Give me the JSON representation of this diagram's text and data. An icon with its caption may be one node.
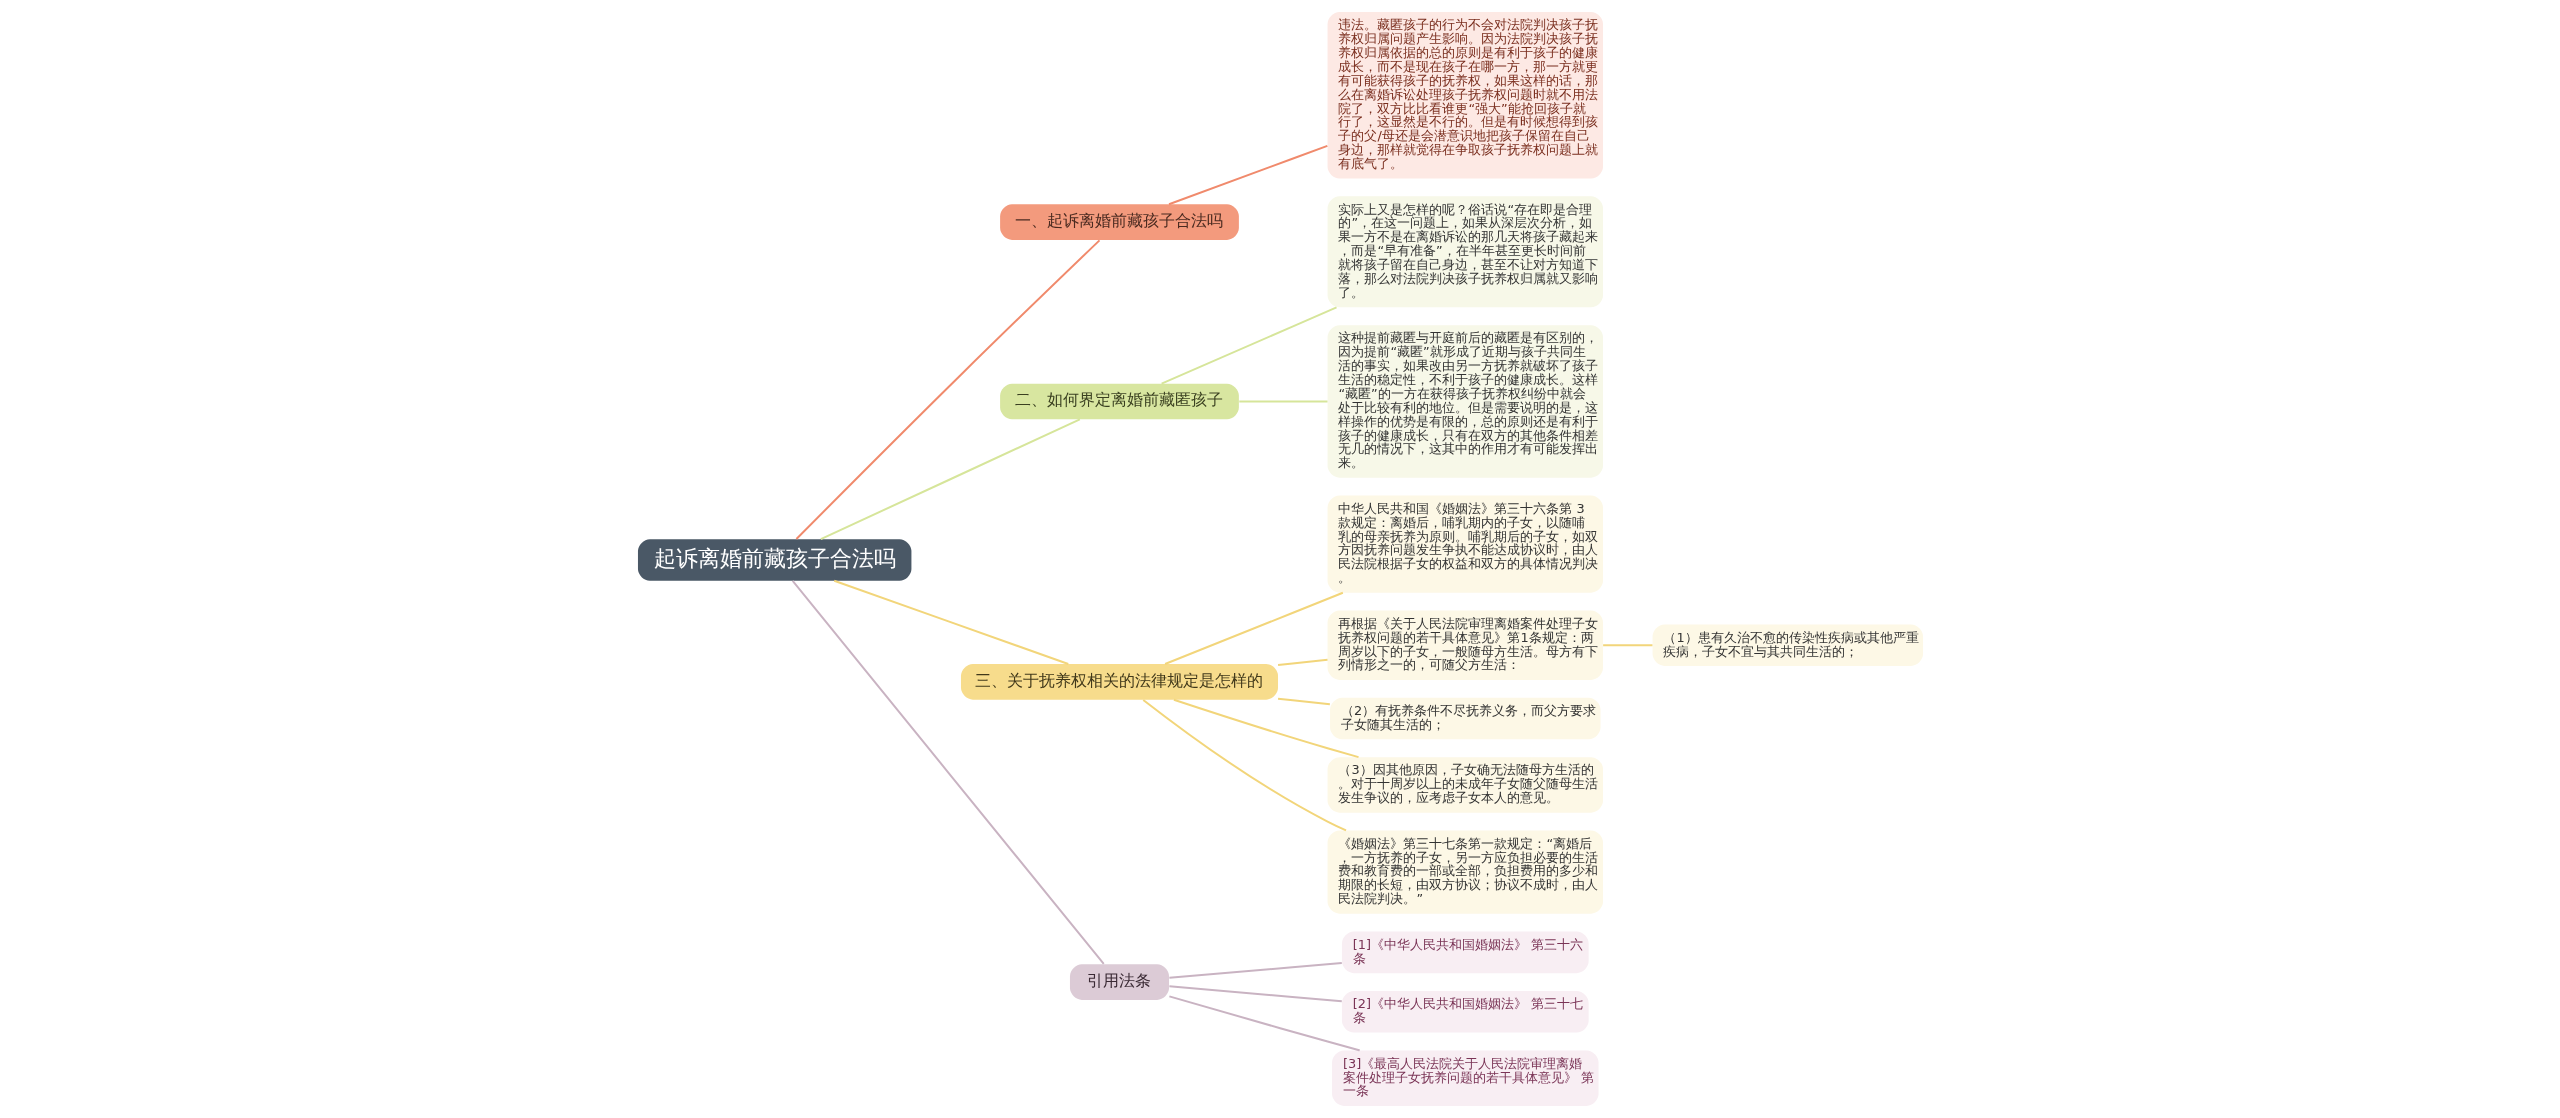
{
  "diagram": {
    "nodes": [
      {
        "text": [
          "起诉离婚前藏孩子合法吗"
        ]
      },
      {
        "text": [
          "一、起诉离婚前藏孩子合法吗"
        ]
      },
      {
        "text": [
          "违法。藏匿孩子的行为不会对法院判决孩子抚养权归属问题产生影响。因为法院判决孩子抚养权归属依据的总的原则是有利于孩子的健康成长，而不是现在孩子在哪一方，那一方就更有可能获得孩子的抚养权，如果这样的话，那么在离婚诉讼处理孩子抚养权问题时就不用法院了，双方比比看谁更“强大”能抢回孩子就行了，这显然是不行的。但是有时候想得到孩子的父/母还是会潜意识地把孩子保留在自己身边，那样就觉得在争取孩子抚养权问题上就有底气了。"
        ]
      },
      {
        "text": [
          "二、如何界定离婚前藏匿孩子"
        ]
      },
      {
        "text": [
          "实际上又是怎样的呢？俗话说“存在即是合理的”，在这一问题上，如果从深层次分析，如果一方不是在离婚诉讼的那几天将孩子藏起来，而是“早有准备”，在半年甚至更长时间前就将孩子留在自己身边，甚至不让对方知道下落，那么对法院判决孩子抚养权归属就又影响了。"
        ]
      },
      {
        "text": [
          "这种提前藏匿与开庭前后的藏匿是有区别的，因为提前“藏匿”就形成了近期与孩子共同生活的事实，如果改由另一方抚养就破坏了孩子生活的稳定性，不利于孩子的健康成长。这样“藏匿”的一方在获得孩子抚养权纠纷中就会处于比较有利的地位。但是需要说明的是，这样操作的优势是有限的，总的原则还是有利于孩子的健康成长，只有在双方的其他条件相差无几的情况下，这其中的作用才有可能发挥出来。"
        ]
      },
      {
        "text": [
          "三、关于抚养权相关的法律规定是怎样的"
        ]
      },
      {
        "text": [
          "中华人民共和国《婚姻法》第三十六条第 3 款规定：离婚后，哺乳期内的子女，以随哺乳的母亲抚养为原则。哺乳期后的子女，如双方因抚养问题发生争执不能达成协议时，由人民法院根据子女的权益和双方的具体情况判决。"
        ]
      },
      {
        "text": [
          "再根据《关于人民法院审理离婚案件处理子女抚养权问题的若干具体意见》第1条规定：两周岁以下的子女，一般随母方生活。母方有下列情形之一的，可随父方生活："
        ]
      },
      {
        "text": [
          "（1）患有久治不愈的传染性疾病或其他严重疾病，子女不宜与其共同生活的；"
        ]
      },
      {
        "text": [
          "（2）有抚养条件不尽抚养义务，而父方要求子女随其生活的；"
        ]
      },
      {
        "text": [
          "（3）因其他原因，子女确无法随母方生活的。对于十周岁以上的未成年子女随父随母生活发生争议的，应考虑子女本人的意见。"
        ]
      },
      {
        "text": [
          "《婚姻法》第三十七条第一款规定：“离婚后，一方抚养的子女，另一方应负担必要的生活费和教育费的一部或全部，负担费用的多少和期限的长短，由双方协议；协议不成时，由人民法院判决。”"
        ]
      },
      {
        "text": [
          "引用法条"
        ]
      },
      {
        "text": [
          "[1]《中华人民共和国婚姻法》 第三十六条"
        ]
      },
      {
        "text": [
          "[2]《中华人民共和国婚姻法》 第三十七条"
        ]
      },
      {
        "text": [
          "[3]《最高人民法院关于人民法院审理离婚案件处理子女抚养问题的若干具体意见》 第一条"
        ]
      }
    ],
    "edges": [
      {
        "from": 0,
        "to": 1,
        "arrow": "none",
        "color": "#f08a6c"
      },
      {
        "from": 1,
        "to": 2,
        "arrow": "none",
        "color": "#f08a6c"
      },
      {
        "from": 0,
        "to": 3,
        "arrow": "none",
        "color": "#d6e59a"
      },
      {
        "from": 3,
        "to": 4,
        "arrow": "none",
        "color": "#d6e59a"
      },
      {
        "from": 3,
        "to": 5,
        "arrow": "none",
        "color": "#d6e59a"
      },
      {
        "from": 0,
        "to": 6,
        "arrow": "none",
        "color": "#f2d57a"
      },
      {
        "from": 6,
        "to": 7,
        "arrow": "none",
        "color": "#f2d57a"
      },
      {
        "from": 6,
        "to": 8,
        "arrow": "none",
        "color": "#f2d57a"
      },
      {
        "from": 8,
        "to": 9,
        "arrow": "none",
        "color": "#f2d57a"
      },
      {
        "from": 6,
        "to": 10,
        "arrow": "none",
        "color": "#f2d57a"
      },
      {
        "from": 6,
        "to": 11,
        "arrow": "none",
        "color": "#f2d57a"
      },
      {
        "from": 6,
        "to": 12,
        "arrow": "none",
        "color": "#f2d57a"
      },
      {
        "from": 0,
        "to": 13,
        "arrow": "none",
        "color": "#c9b3c2"
      },
      {
        "from": 13,
        "to": 14,
        "arrow": "none",
        "color": "#c9b3c2"
      },
      {
        "from": 13,
        "to": 15,
        "arrow": "none",
        "color": "#c9b3c2"
      },
      {
        "from": 13,
        "to": 16,
        "arrow": "none",
        "color": "#c9b3c2"
      }
    ]
  }
}
